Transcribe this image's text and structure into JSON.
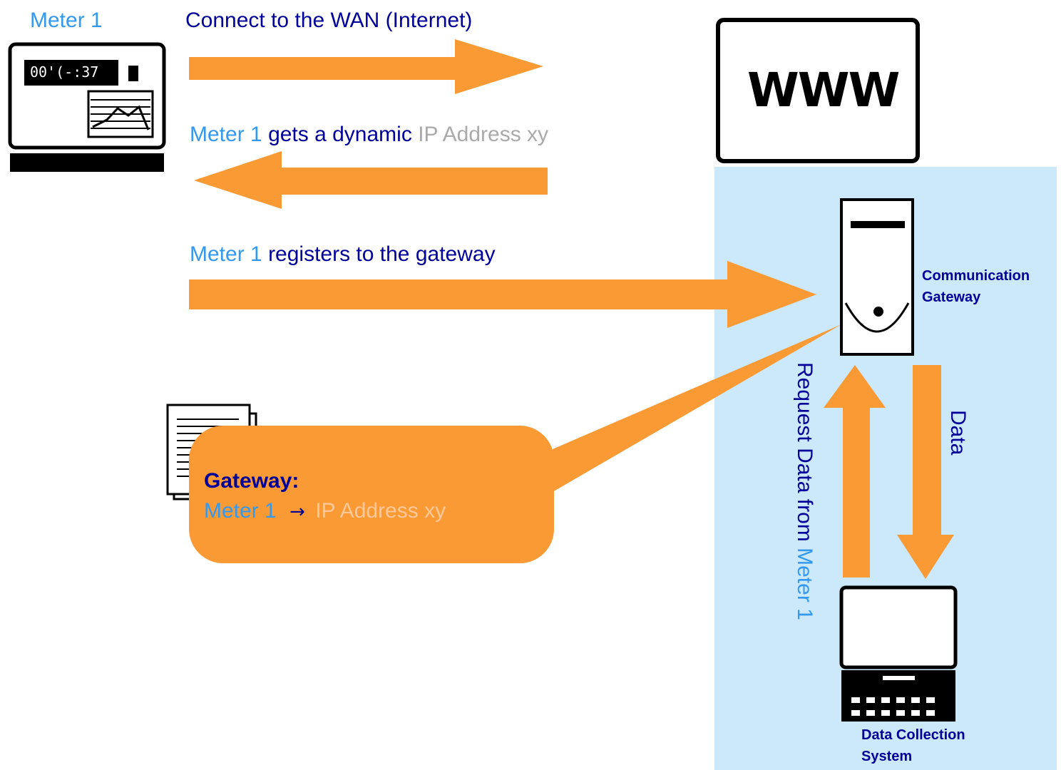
{
  "colors": {
    "arrow": "#f99a35",
    "panel": "#cce8fb",
    "light_blue": "#3399ee",
    "dark_blue": "#000099",
    "gray": "#aaaaaa"
  },
  "meter": {
    "label": "Meter 1",
    "display": "00'(-:37"
  },
  "www": {
    "label": "WWW"
  },
  "step1": {
    "text": "Connect to the WAN (Internet)"
  },
  "step2": {
    "meter": "Meter 1",
    "text": "gets a dynamic",
    "ip": "IP Address xy"
  },
  "step3": {
    "meter": "Meter 1",
    "text": "registers to the gateway"
  },
  "bubble": {
    "title": "Gateway:",
    "meter": "Meter 1",
    "arrow": "→",
    "ip": "IP Address xy"
  },
  "gateway": {
    "label_line1": "Communication",
    "label_line2": "Gateway"
  },
  "dcs": {
    "label_line1": "Data Collection",
    "label_line2": "System"
  },
  "request": {
    "text": "Request Data from",
    "meter": "Meter 1"
  },
  "data_label": "Data"
}
